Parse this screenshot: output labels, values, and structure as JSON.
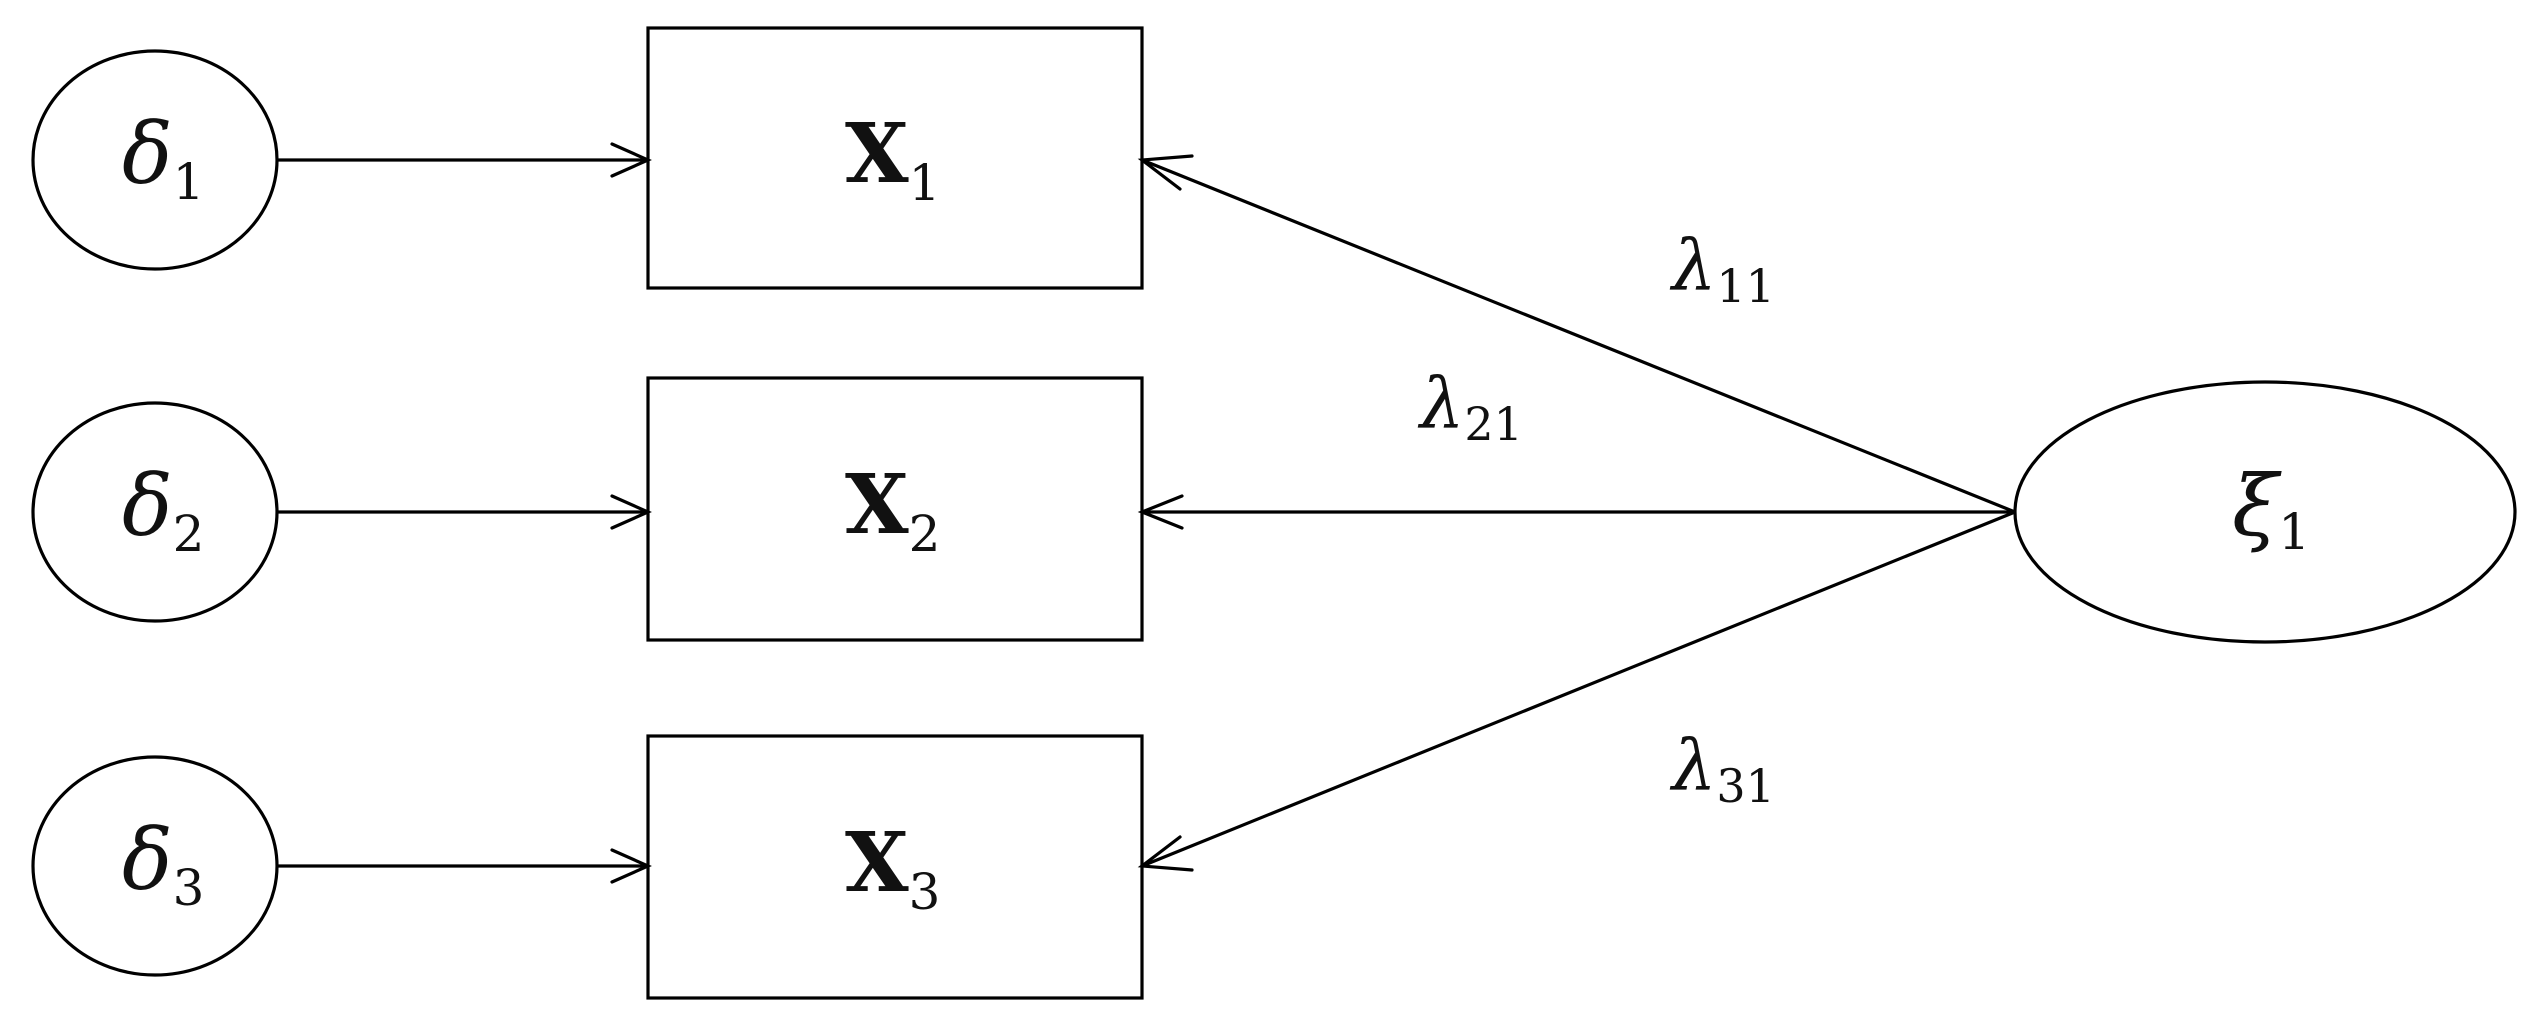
{
  "diagram": {
    "nodes": {
      "delta1": {
        "symbol": "δ",
        "subscript": "1"
      },
      "delta2": {
        "symbol": "δ",
        "subscript": "2"
      },
      "delta3": {
        "symbol": "δ",
        "subscript": "3"
      },
      "x1": {
        "symbol": "X",
        "subscript": "1"
      },
      "x2": {
        "symbol": "X",
        "subscript": "2"
      },
      "x3": {
        "symbol": "X",
        "subscript": "3"
      },
      "xi1": {
        "symbol": "ξ",
        "subscript": "1"
      }
    },
    "edges": [
      {
        "from": "delta1",
        "to": "x1"
      },
      {
        "from": "delta2",
        "to": "x2"
      },
      {
        "from": "delta3",
        "to": "x3"
      },
      {
        "from": "xi1",
        "to": "x1",
        "label": {
          "symbol": "λ",
          "subscript": "11"
        }
      },
      {
        "from": "xi1",
        "to": "x2",
        "label": {
          "symbol": "λ",
          "subscript": "21"
        }
      },
      {
        "from": "xi1",
        "to": "x3",
        "label": {
          "symbol": "λ",
          "subscript": "31"
        }
      }
    ]
  }
}
